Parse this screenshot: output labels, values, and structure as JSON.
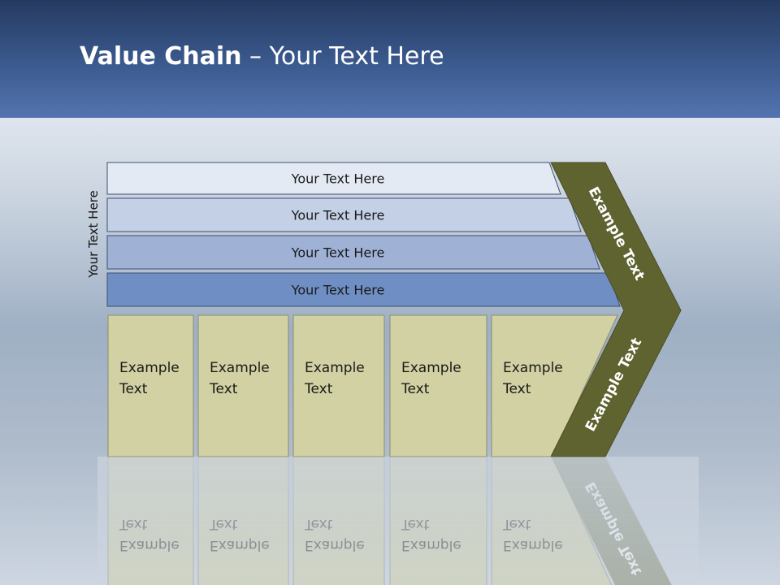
{
  "slide": {
    "title_bold": "Value Chain",
    "title_rest": " – Your Text Here",
    "side_label": "Your Text Here"
  },
  "bands": [
    {
      "label": "Your Text Here",
      "fill": "#e4eaf4"
    },
    {
      "label": "Your Text Here",
      "fill": "#c3d0e6"
    },
    {
      "label": "Your Text Here",
      "fill": "#9fb2d6"
    },
    {
      "label": "Your Text Here",
      "fill": "#6f8fc4"
    }
  ],
  "columns": [
    {
      "line1": "Example",
      "line2": "Text"
    },
    {
      "line1": "Example",
      "line2": "Text"
    },
    {
      "line1": "Example",
      "line2": "Text"
    },
    {
      "line1": "Example",
      "line2": "Text"
    },
    {
      "line1": "Example",
      "line2": "Text"
    }
  ],
  "chevron": {
    "upper_label": "Example Text",
    "lower_label": "Example Text",
    "fill": "#5f6330"
  },
  "colors": {
    "column_fill": "#d1d1a3",
    "column_border": "#8c8c6e",
    "band_border": "#3d4f70"
  }
}
